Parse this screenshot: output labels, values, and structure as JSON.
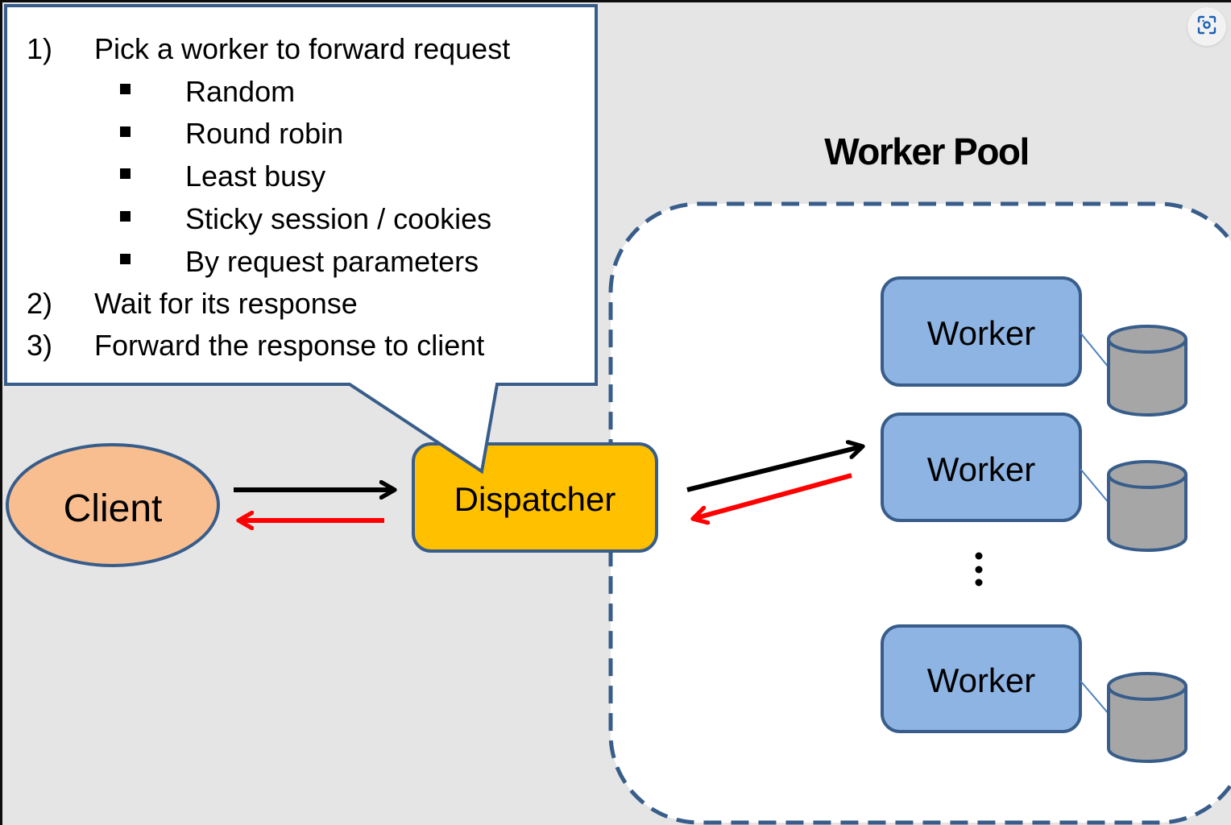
{
  "diagram": {
    "callout": {
      "steps": [
        {
          "number": "1)",
          "text": "Pick a worker to forward request",
          "bullets": [
            "Random",
            "Round robin",
            "Least busy",
            "Sticky session / cookies",
            "By request parameters"
          ]
        },
        {
          "number": "2)",
          "text": "Wait for its response",
          "bullets": []
        },
        {
          "number": "3)",
          "text": "Forward the response to client",
          "bullets": []
        }
      ],
      "bullet_glyph": "▪"
    },
    "nodes": {
      "client": {
        "label": "Client",
        "fill": "#f9be8f"
      },
      "dispatcher": {
        "label": "Dispatcher",
        "fill": "#ffc000"
      }
    },
    "worker_pool": {
      "title": "Worker Pool",
      "workers": [
        {
          "label": "Worker"
        },
        {
          "label": "Worker"
        },
        {
          "label": "Worker"
        }
      ],
      "ellipsis": "⋮",
      "worker_fill": "#8eb4e3",
      "storage_fill": "#a6a6a6"
    },
    "edges": [
      {
        "from": "client",
        "to": "dispatcher",
        "kind": "request",
        "color": "#000000"
      },
      {
        "from": "dispatcher",
        "to": "client",
        "kind": "response",
        "color": "#ff0000"
      },
      {
        "from": "dispatcher",
        "to": "worker",
        "kind": "request",
        "color": "#000000"
      },
      {
        "from": "worker",
        "to": "dispatcher",
        "kind": "response",
        "color": "#ff0000"
      }
    ],
    "outline_color": "#385d8a",
    "background": "#e5e5e5"
  },
  "toolbar": {
    "lens_icon": "visual-search-icon"
  }
}
